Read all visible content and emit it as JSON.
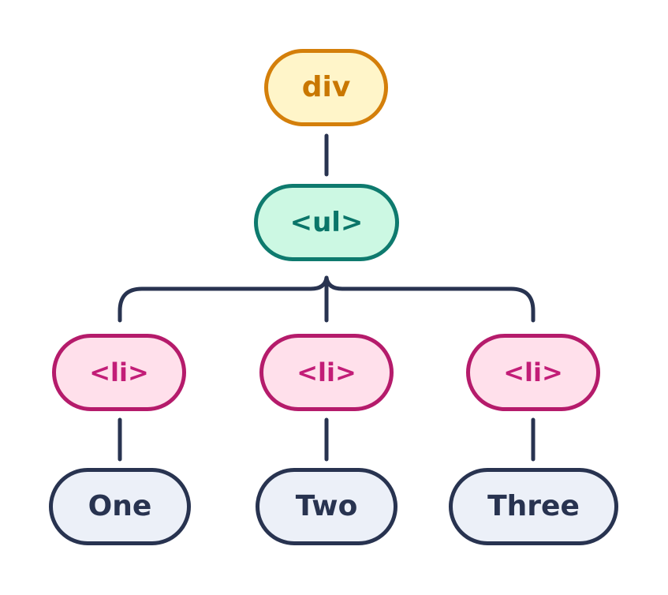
{
  "diagram": {
    "root": {
      "label": "div"
    },
    "list": {
      "label": "<ul>"
    },
    "items": [
      {
        "tag": "<li>",
        "text": "One"
      },
      {
        "tag": "<li>",
        "text": "Two"
      },
      {
        "tag": "<li>",
        "text": "Three"
      }
    ],
    "colors": {
      "connector": "#283350",
      "div_fill": "#FFF5C9",
      "div_stroke": "#D47F0A",
      "ul_fill": "#CCF8E3",
      "ul_stroke": "#0E7A6E",
      "li_fill": "#FFE0EB",
      "li_stroke": "#B51B6B",
      "text_fill": "#ECF0F8",
      "text_stroke": "#283350"
    }
  }
}
